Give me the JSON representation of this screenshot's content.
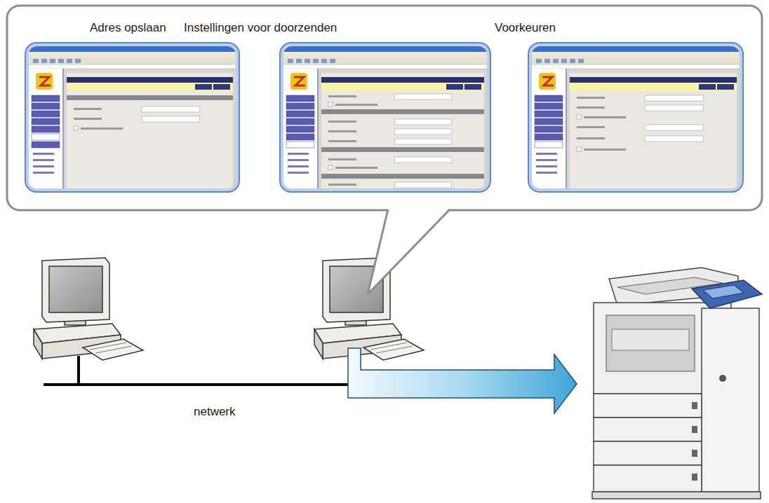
{
  "diagram": {
    "nodes": [
      {
        "text": [
          "Adres opslaan"
        ]
      },
      {
        "text": [
          "Instellingen voor doorzenden"
        ]
      },
      {
        "text": [
          "Voorkeuren"
        ]
      }
    ],
    "labels": [
      "netwerk"
    ]
  }
}
